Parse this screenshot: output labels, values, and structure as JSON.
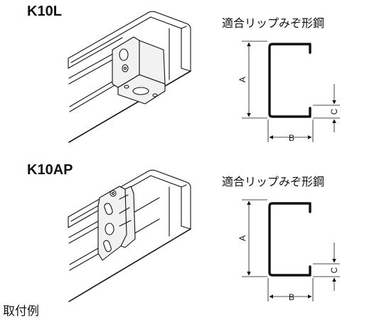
{
  "examples": [
    {
      "model": "K10L",
      "profile_title": "適合リップみぞ形鋼",
      "dims": {
        "a": "A",
        "b": "B",
        "c": "C"
      }
    },
    {
      "model": "K10AP",
      "profile_title": "適合リップみぞ形鋼",
      "dims": {
        "a": "A",
        "b": "B",
        "c": "C"
      }
    }
  ],
  "caption": "取付例",
  "colors": {
    "line": "#111111",
    "fitting_fill": "#f2f2f2",
    "background": "#ffffff"
  }
}
